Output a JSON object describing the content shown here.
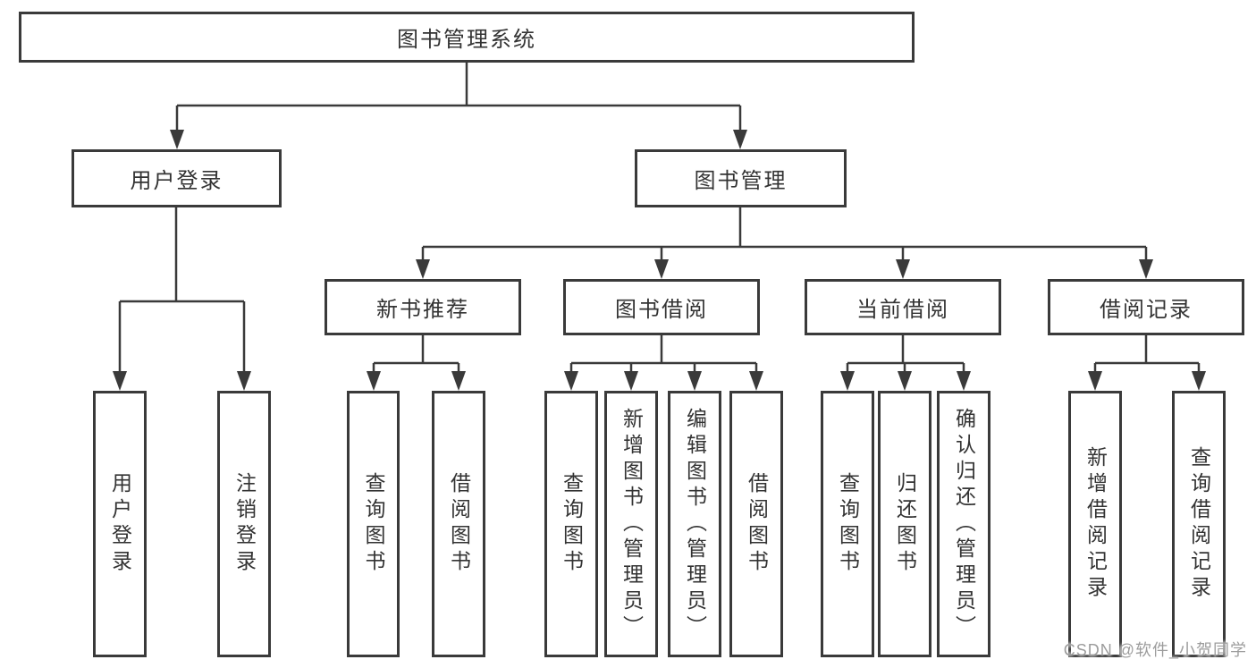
{
  "nodes": {
    "root": "图书管理系统",
    "user_login_group": "用户登录",
    "book_management": "图书管理",
    "new_book_recommend": "新书推荐",
    "book_borrow": "图书借阅",
    "current_borrow": "当前借阅",
    "borrow_record": "借阅记录",
    "user_login": "用户登录",
    "logout_login": "注销登录",
    "nbr_query_book": "查询图书",
    "nbr_borrow_book": "借阅图书",
    "bb_query_book": "查询图书",
    "bb_add_book": "新增图书（管理员）",
    "bb_edit_book": "编辑图书（管理员）",
    "bb_borrow_book": "借阅图书",
    "cb_query_book": "查询图书",
    "cb_return_book": "归还图书",
    "cb_confirm_return": "确认归还（管理员）",
    "br_add_record": "新增借阅记录",
    "br_query_record": "查询借阅记录"
  },
  "hierarchy": {
    "图书管理系统": {
      "用户登录": [
        "用户登录",
        "注销登录"
      ],
      "图书管理": {
        "新书推荐": [
          "查询图书",
          "借阅图书"
        ],
        "图书借阅": [
          "查询图书",
          "新增图书（管理员）",
          "编辑图书（管理员）",
          "借阅图书"
        ],
        "当前借阅": [
          "查询图书",
          "归还图书",
          "确认归还（管理员）"
        ],
        "借阅记录": [
          "新增借阅记录",
          "查询借阅记录"
        ]
      }
    }
  },
  "watermark": "CSDN @软件_小贺同学",
  "colors": {
    "line": "#3a3a3a",
    "text": "#333333",
    "background": "#ffffff",
    "watermark": "#9c9c9c"
  }
}
